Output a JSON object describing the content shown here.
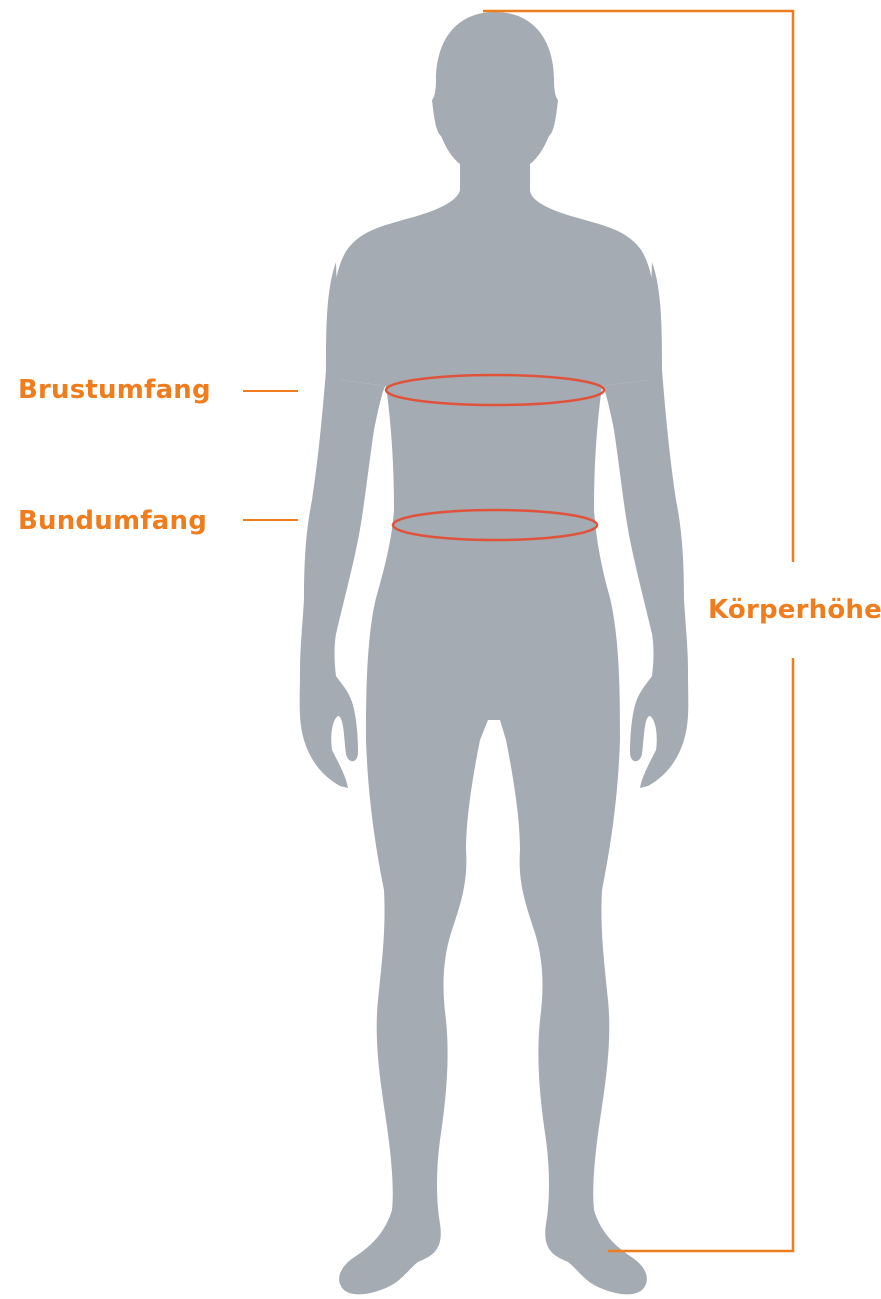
{
  "measurements": {
    "chest": {
      "label": "Brustumfang"
    },
    "waist": {
      "label": "Bundumfang"
    },
    "height": {
      "label": "Körperhöhe"
    }
  },
  "colors": {
    "accent": "#ef7d1d",
    "ring": "#e0533a",
    "silhouette": "#a4abb2"
  },
  "icons": {
    "figure": "human-body-silhouette-icon"
  }
}
